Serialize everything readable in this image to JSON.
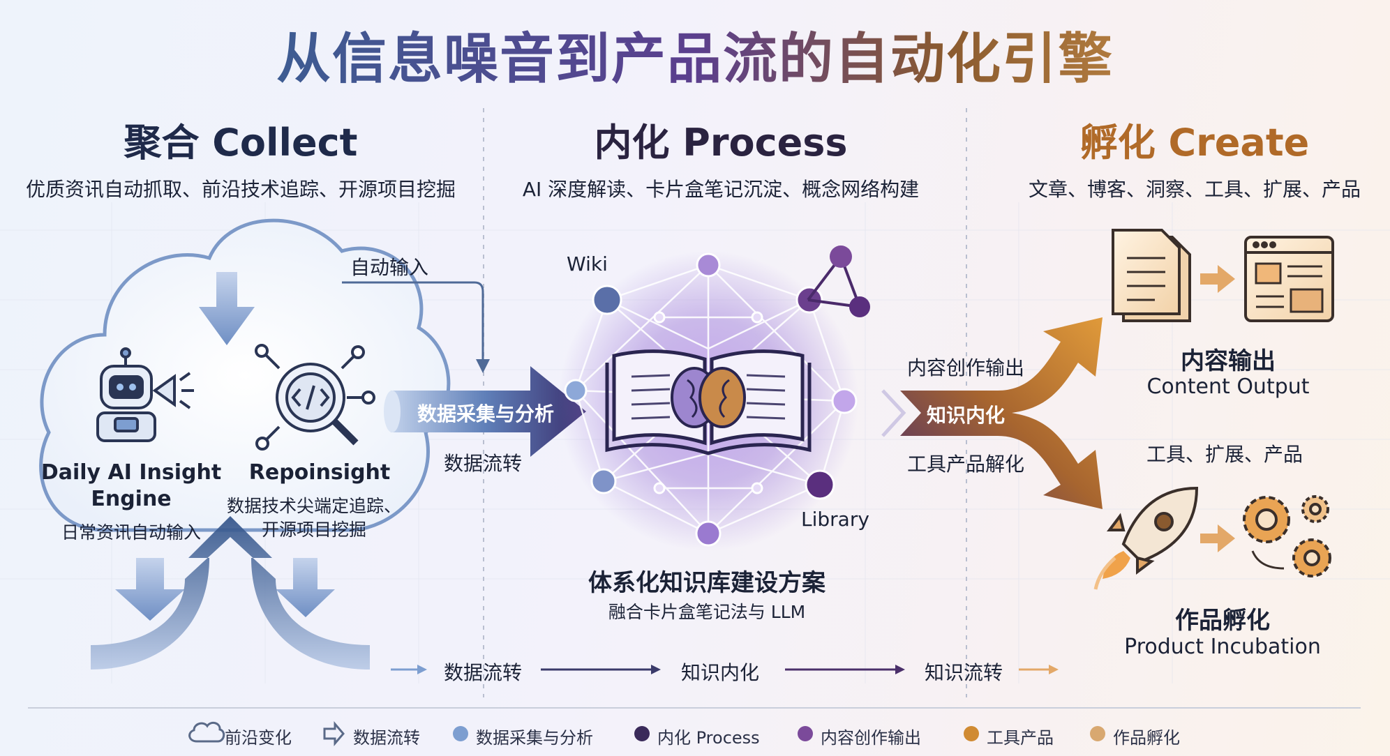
{
  "title": "从信息噪音到产品流的自动化引擎",
  "columns": [
    {
      "title": "聚合 Collect",
      "subtitle": "优质资讯自动抓取、前沿技术追踪、开源项目挖掘",
      "color": "#1f2a4a"
    },
    {
      "title": "内化 Process",
      "subtitle": "AI 深度解读、卡片盒笔记沉淀、概念网络构建",
      "color": "#2a2340"
    },
    {
      "title": "孵化 Create",
      "subtitle": "文章、博客、洞察、工具、扩展、产品",
      "color": "#b06a28"
    }
  ],
  "collect": {
    "auto_input": "自动输入",
    "daily_name_1": "Daily AI Insight",
    "daily_name_2": "Engine",
    "daily_desc": "日常资讯自动输入",
    "repo_name": "Repoinsight",
    "repo_desc_1": "数据技术尖端定追踪、",
    "repo_desc_2": "开源项目挖掘"
  },
  "arrows": {
    "collect_analyze": "数据采集与分析",
    "data_flow": "数据流转",
    "knowledge_internalize": "知识内化",
    "content_output_branch": "内容创作输出",
    "tool_branch": "工具产品解化"
  },
  "process": {
    "wiki": "Wiki",
    "library": "Library",
    "kb_title": "体系化知识库建设方案",
    "kb_sub": "融合卡片盒笔记法与 LLM"
  },
  "create": {
    "content_cn": "内容输出",
    "content_en": "Content Output",
    "tools_line": "工具、扩展、产品",
    "incubate_cn": "作品孵化",
    "incubate_en": "Product Incubation"
  },
  "bottom_flow": [
    "数据流转",
    "知识内化",
    "知识流转"
  ],
  "legend": [
    {
      "icon": "cloud",
      "label": "前沿变化",
      "color": "#5a6a88"
    },
    {
      "icon": "arrow",
      "label": "数据流转",
      "color": "#5a6a88"
    },
    {
      "icon": "dot",
      "label": "数据采集与分析",
      "color": "#7d9ed0"
    },
    {
      "icon": "dot",
      "label": "内化 Process",
      "color": "#3a2a5a"
    },
    {
      "icon": "dot",
      "label": "内容创作输出",
      "color": "#7b4a9a"
    },
    {
      "icon": "dot",
      "label": "工具产品",
      "color": "#d08a32"
    },
    {
      "icon": "dot",
      "label": "作品孵化",
      "color": "#d8a870"
    }
  ]
}
